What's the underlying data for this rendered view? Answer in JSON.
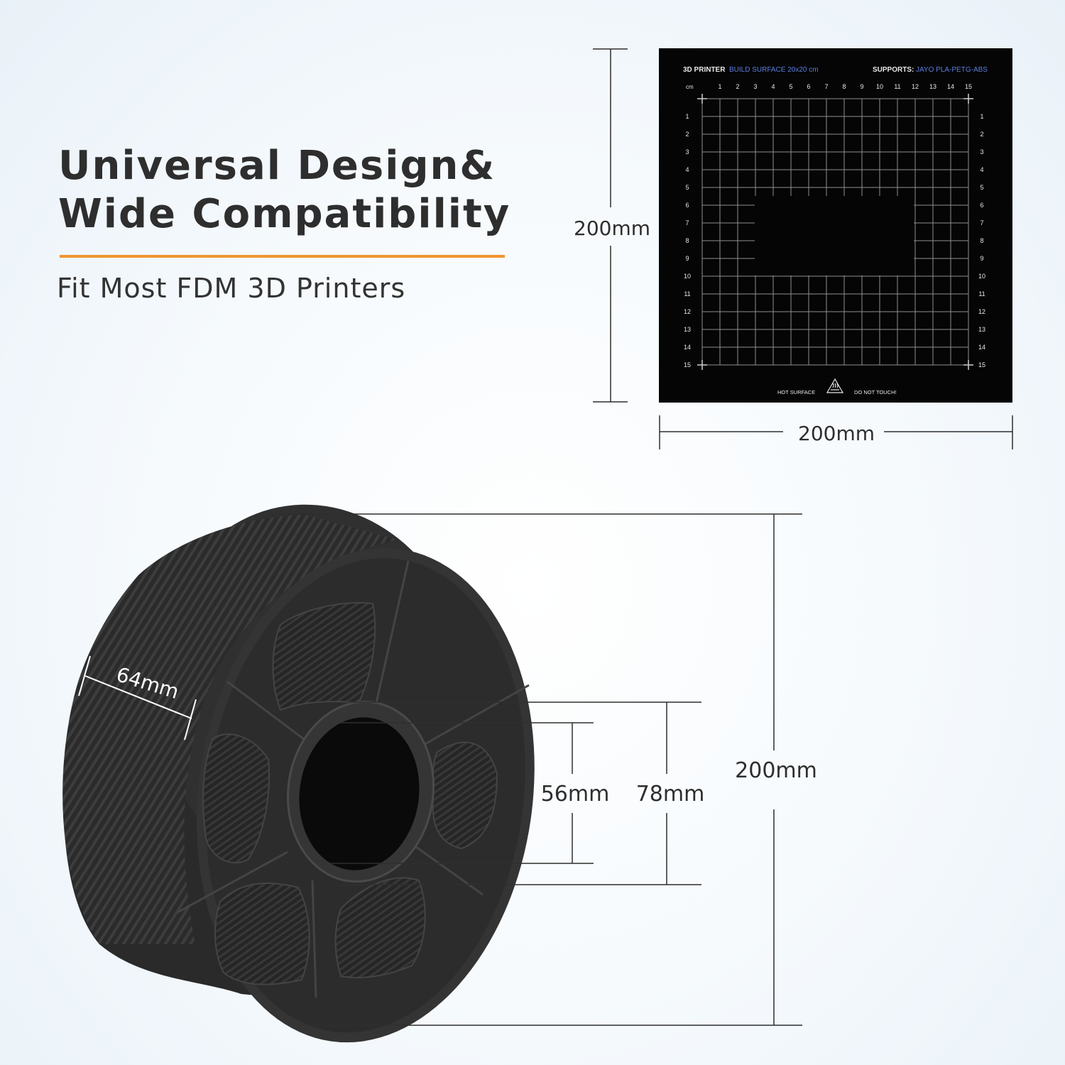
{
  "headline": {
    "line1": "Universal Design&",
    "line2": "Wide Compatibility"
  },
  "subtitle": "Fit Most FDM 3D Printers",
  "colors": {
    "accent": "#f0952f",
    "text": "#2e2e2e",
    "bed": "#050505",
    "bed_blue_text": "#5c7fe0",
    "spool": "#2f2f2f"
  },
  "build_plate": {
    "header_left": "3D PRINTER",
    "header_left_blue": "BUILD SURFACE 20x20 cm",
    "header_right": "SUPPORTS:",
    "header_right_blue": "JAYO PLA-PETG-ABS",
    "unit_label": "cm",
    "column_labels": [
      "1",
      "2",
      "3",
      "4",
      "5",
      "6",
      "7",
      "8",
      "9",
      "10",
      "11",
      "12",
      "13",
      "14",
      "15"
    ],
    "row_labels": [
      "1",
      "2",
      "3",
      "4",
      "5",
      "6",
      "7",
      "8",
      "9",
      "10",
      "11",
      "12",
      "13",
      "14",
      "15"
    ],
    "footer_left": "HOT SURFACE",
    "footer_right": "DO NOT TOUCH!",
    "warning_icon": "hot-surface-warning-icon"
  },
  "dimensions": {
    "plate_height": "200mm",
    "plate_width": "200mm",
    "spool_width": "64mm",
    "hub_inner_diameter": "56mm",
    "hub_outer_diameter": "78mm",
    "spool_diameter": "200mm"
  }
}
